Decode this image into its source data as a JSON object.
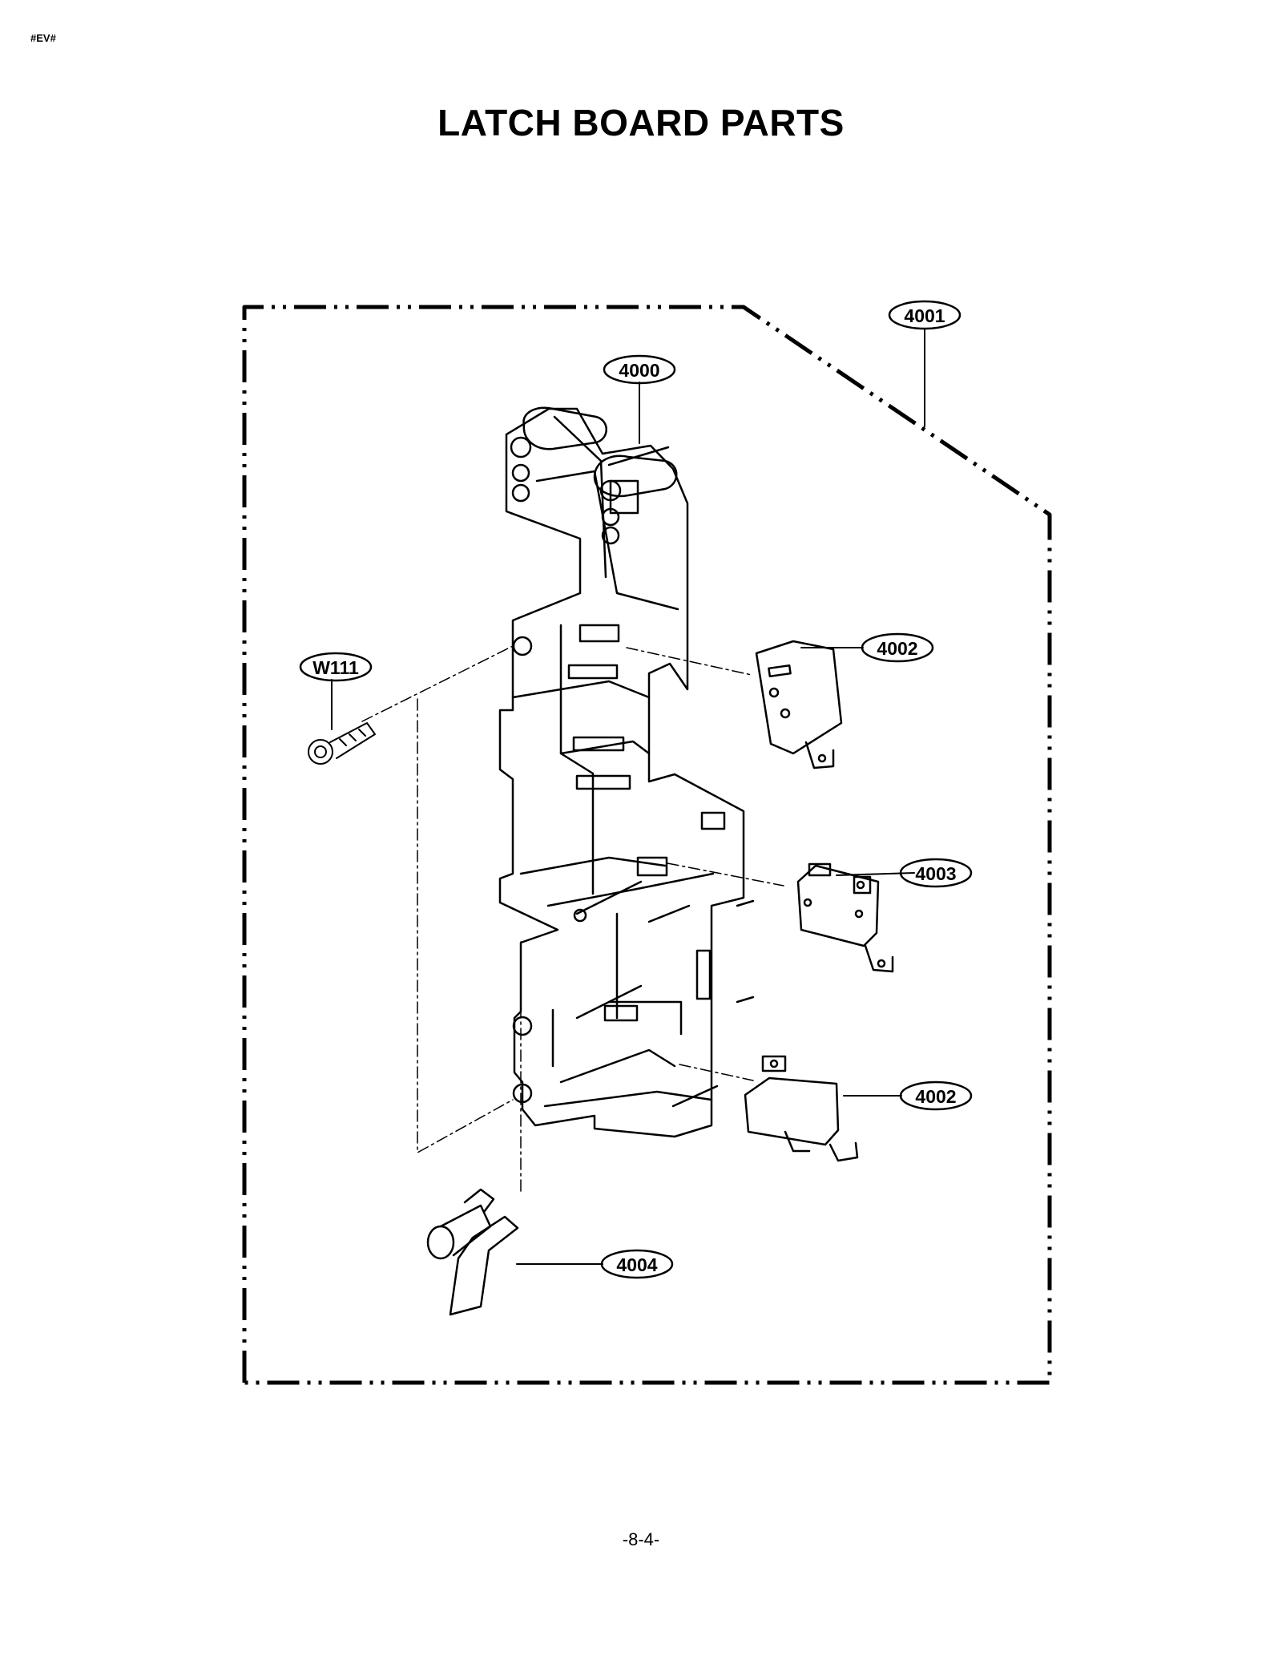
{
  "header": {
    "corner_tag": "#EV#",
    "title": "LATCH BOARD PARTS"
  },
  "callouts": {
    "c4001": "4001",
    "c4000": "4000",
    "c4002a": "4002",
    "cW111": "W111",
    "c4003": "4003",
    "c4002b": "4002",
    "c4004": "4004"
  },
  "footer": {
    "page_number": "-8-4-"
  }
}
